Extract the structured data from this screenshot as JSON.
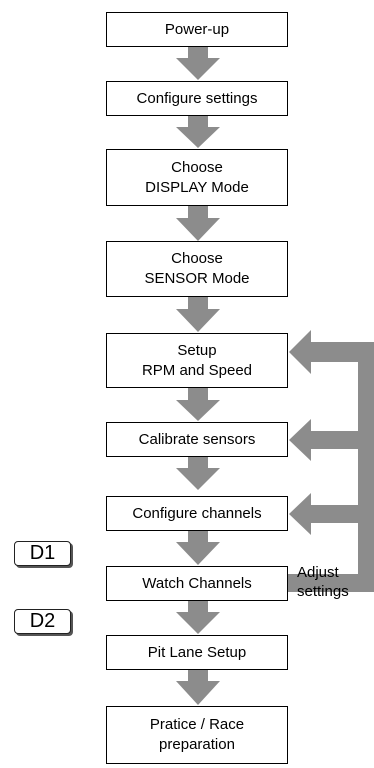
{
  "steps": [
    {
      "id": "power-up",
      "label": "Power-up"
    },
    {
      "id": "configure-settings",
      "label": "Configure settings"
    },
    {
      "id": "choose-display-mode",
      "label": "Choose\nDISPLAY Mode"
    },
    {
      "id": "choose-sensor-mode",
      "label": "Choose\nSENSOR Mode"
    },
    {
      "id": "setup-rpm-speed",
      "label": "Setup\nRPM and Speed"
    },
    {
      "id": "calibrate-sensors",
      "label": "Calibrate sensors"
    },
    {
      "id": "configure-channels",
      "label": "Configure channels"
    },
    {
      "id": "watch-channels",
      "label": "Watch Channels"
    },
    {
      "id": "pit-lane-setup",
      "label": "Pit Lane Setup"
    },
    {
      "id": "practice-race-preparation",
      "label": "Pratice / Race\npreparation"
    }
  ],
  "badges": {
    "d1": "D1",
    "d2": "D2"
  },
  "loop": {
    "label": "Adjust\nsettings"
  },
  "colors": {
    "arrow": "#8c8c8c",
    "box_border": "#000000",
    "background": "#ffffff"
  }
}
